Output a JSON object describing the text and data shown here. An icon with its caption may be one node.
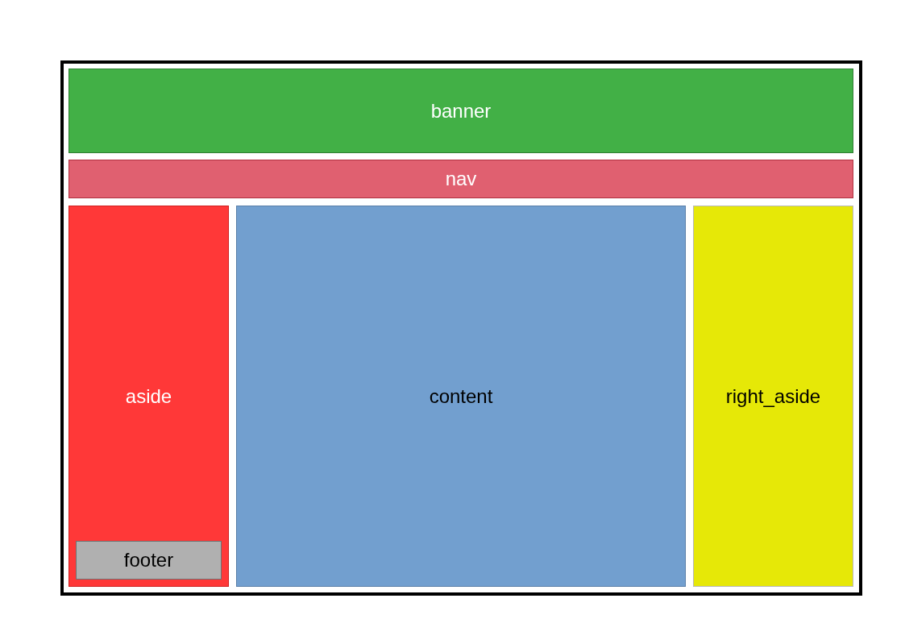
{
  "diagram": {
    "nodes": [
      {
        "text": [],
        "shape": "box"
      },
      {
        "text": [
          "banner"
        ],
        "in": 0
      },
      {
        "text": [
          "nav"
        ],
        "in": 0
      },
      {
        "text": [
          "aside"
        ],
        "in": 0
      },
      {
        "text": [
          "footer"
        ],
        "in": 3
      },
      {
        "text": [
          "content"
        ],
        "in": 0
      },
      {
        "text": [
          "right_aside"
        ],
        "in": 0
      }
    ]
  }
}
